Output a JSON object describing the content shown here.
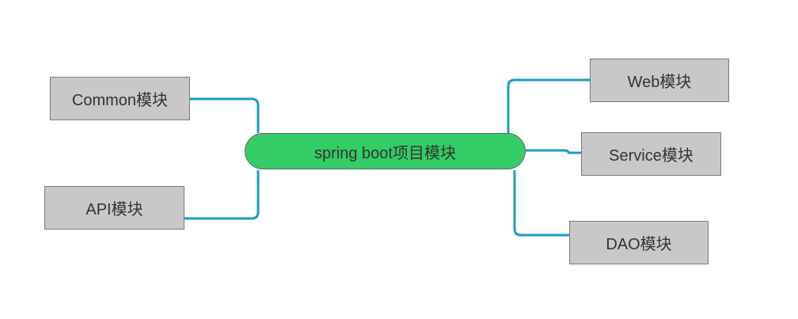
{
  "diagram": {
    "center": {
      "label": "spring boot项目模块"
    },
    "nodes": {
      "common": {
        "label": "Common模块"
      },
      "api": {
        "label": "API模块"
      },
      "web": {
        "label": "Web模块"
      },
      "service": {
        "label": "Service模块"
      },
      "dao": {
        "label": "DAO模块"
      }
    },
    "colors": {
      "connector": "#1a9bc4",
      "center_fill": "#33cc66",
      "module_fill": "#c8c8c8"
    }
  }
}
